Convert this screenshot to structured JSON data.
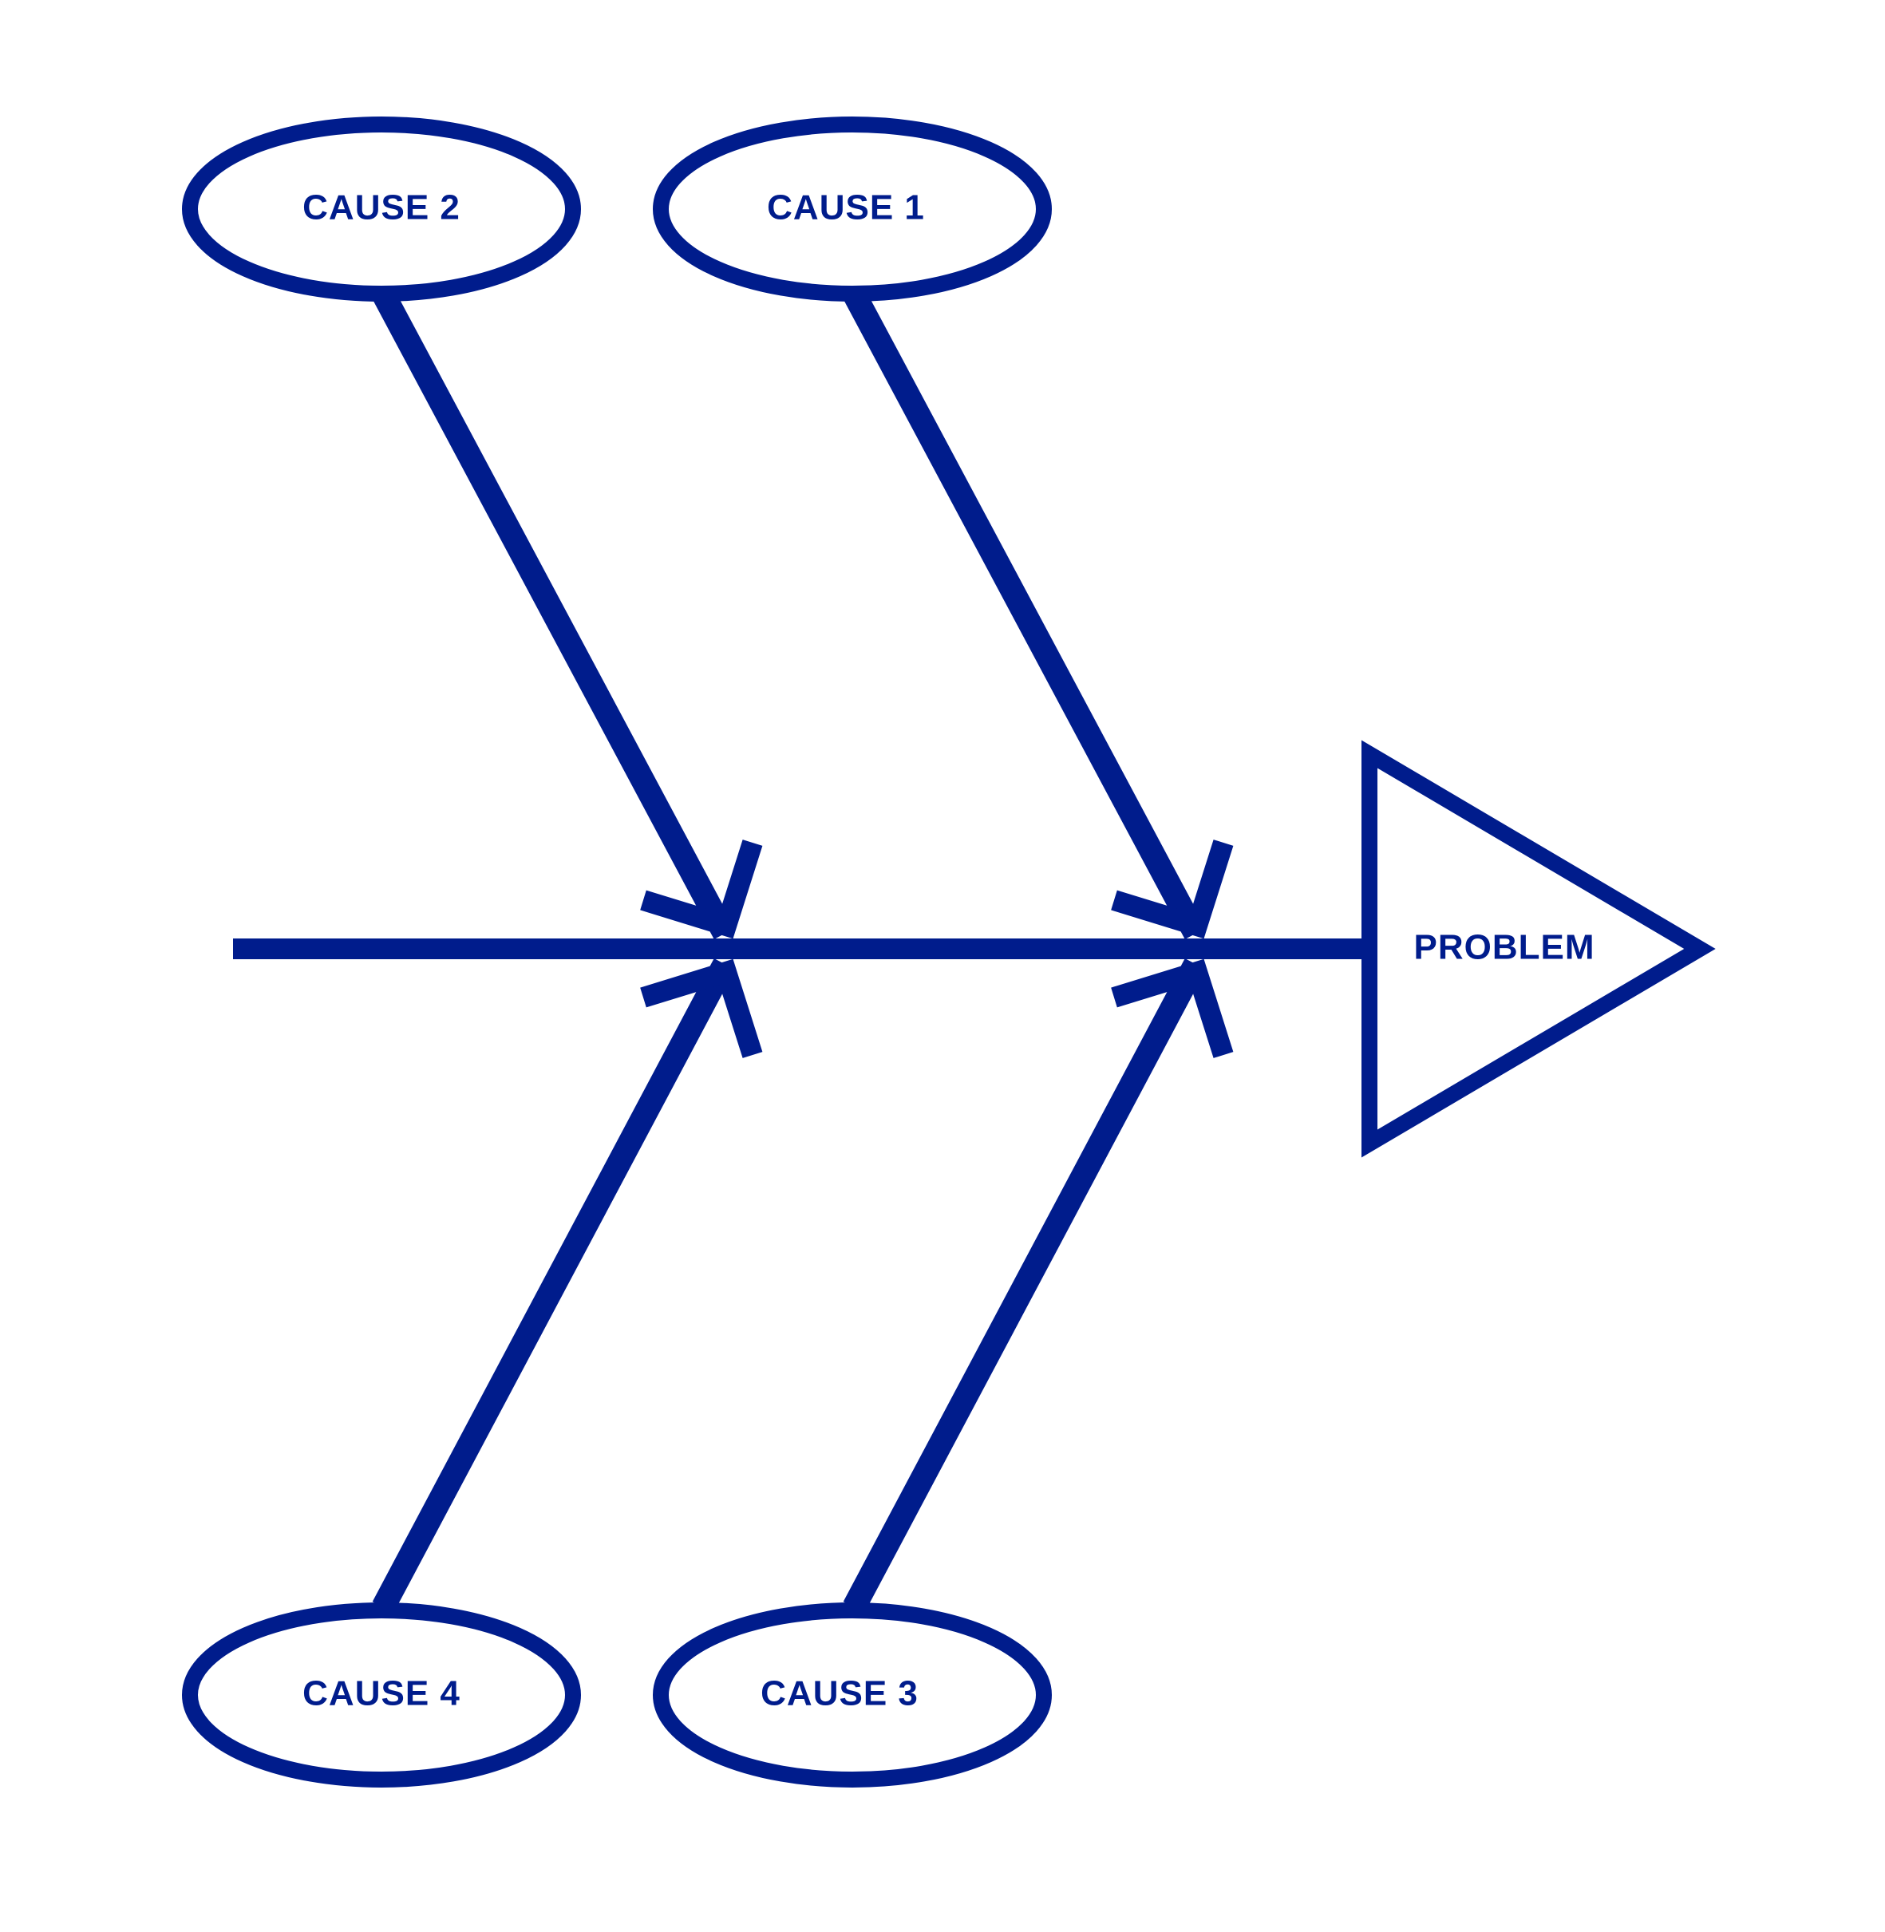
{
  "colors": {
    "stroke": "#001c8c",
    "text": "#001c8c",
    "background": "#ffffff"
  },
  "diagram": {
    "type": "fishbone",
    "problem": {
      "label": "PROBLEM"
    },
    "causes": [
      {
        "label": "CAUSE 1"
      },
      {
        "label": "CAUSE 2"
      },
      {
        "label": "CAUSE 3"
      },
      {
        "label": "CAUSE 4"
      }
    ]
  }
}
